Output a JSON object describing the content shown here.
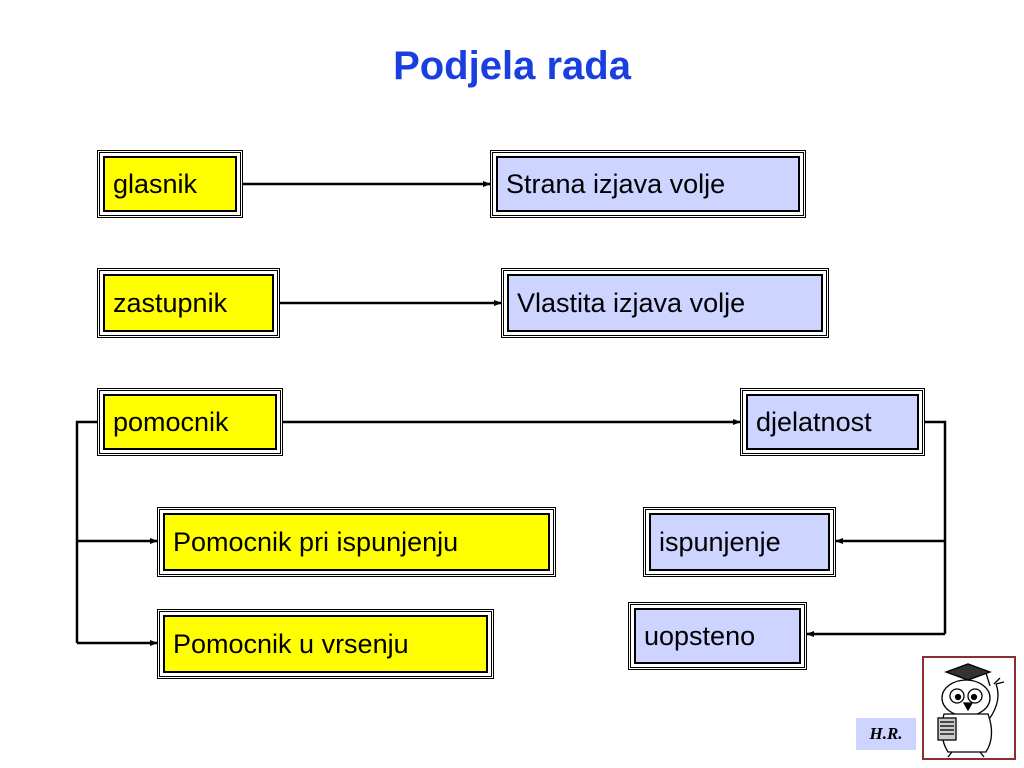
{
  "title": "Podjela rada",
  "left_boxes": {
    "glasnik": "glasnik",
    "zastupnik": "zastupnik",
    "pomocnik": "pomocnik",
    "pomocnik_ispunjenju": "Pomocnik pri ispunjenju",
    "pomocnik_vrsenju": "Pomocnik u vrsenju"
  },
  "right_boxes": {
    "strana": "Strana izjava volje",
    "vlastita": "Vlastita izjava volje",
    "djelatnost": "djelatnost",
    "ispunjenje": "ispunjenje",
    "uopsteno": "uopsteno"
  },
  "badge": "H.R.",
  "colors": {
    "title": "#1a3fe0",
    "left_fill": "#ffff00",
    "right_fill": "#cdd4ff"
  },
  "icons": [
    "owl-professor-icon"
  ]
}
